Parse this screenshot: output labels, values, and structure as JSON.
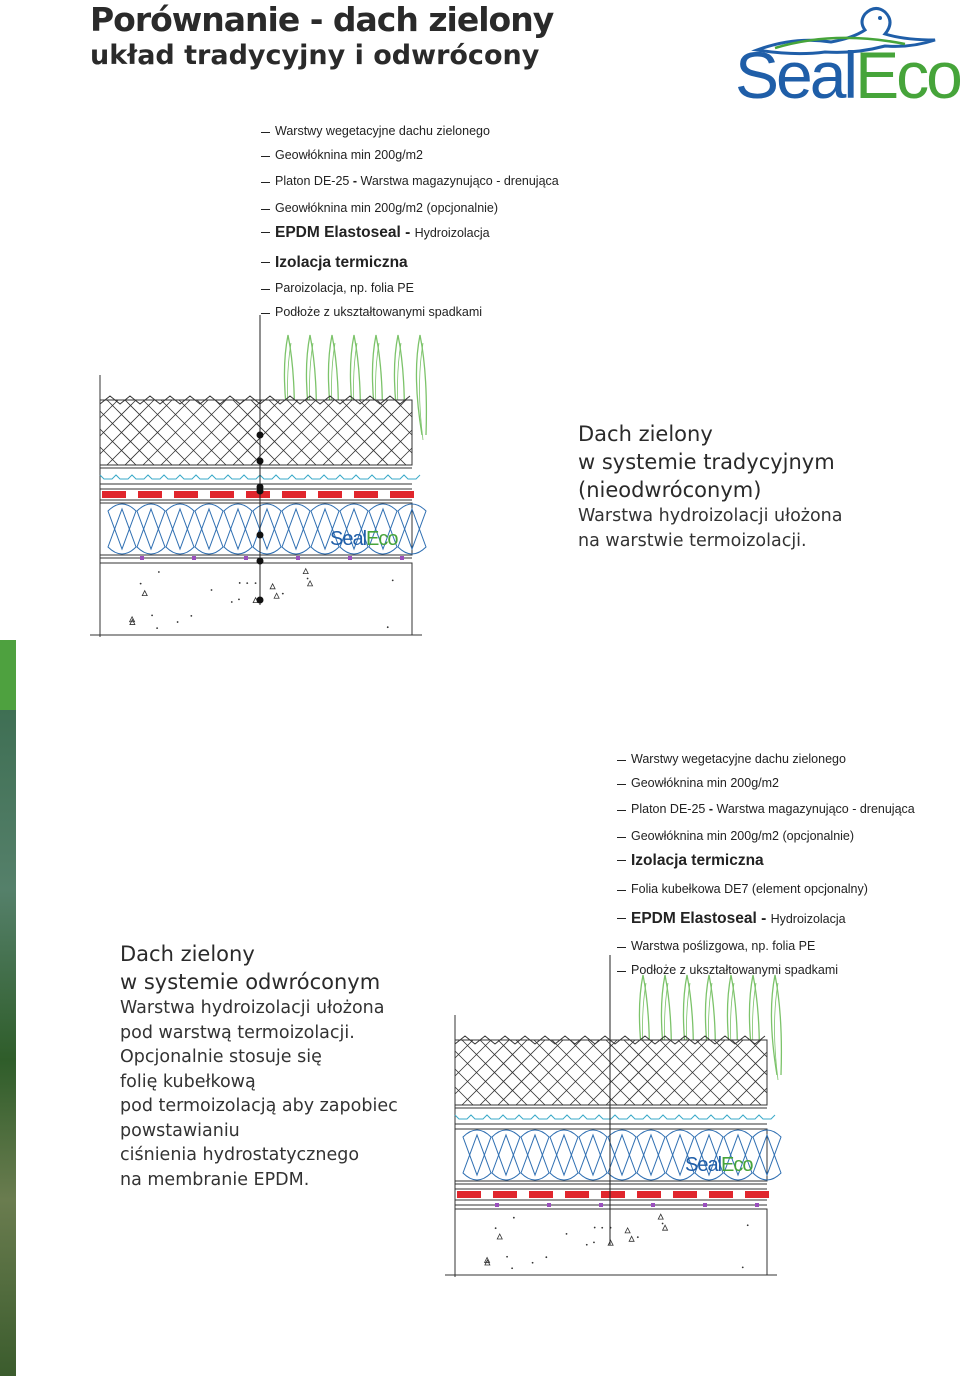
{
  "header": {
    "title": "Porównanie - dach zielony",
    "subtitle": "układ tradycyjny i odwrócony"
  },
  "brand": {
    "logo_text_seal": "Seal",
    "logo_text_eco": "Eco",
    "color_blue": "#1f5ea8",
    "color_green": "#46a43a",
    "logo_icon": "seal-animal-icon"
  },
  "traditional": {
    "layers": [
      {
        "text": "Warstwy wegetacyjne dachu zielonego"
      },
      {
        "text": "Geowłóknina min 200g/m2"
      },
      {
        "text": "Platon DE-25",
        "dash": "-",
        "rest": "Warstwa magazynująco - drenująca"
      },
      {
        "text": "Geowłóknina min 200g/m2 (opcjonalnie)"
      },
      {
        "text": "EPDM Elastoseal",
        "dash": "-",
        "rest": "Hydroizolacja",
        "bold": true
      },
      {
        "text": "Izolacja termiczna",
        "bold": true
      },
      {
        "text": "Paroizolacja, np. folia PE"
      },
      {
        "text": "Podłoże z ukształtowanymi spadkami"
      }
    ],
    "heading": [
      "Dach zielony",
      "w systemie tradycyjnym",
      "(nieodwróconym)"
    ],
    "body": [
      "Warstwa hydroizolacji ułożona",
      "na warstwie termoizolacji."
    ]
  },
  "inverted": {
    "layers": [
      {
        "text": "Warstwy wegetacyjne dachu zielonego"
      },
      {
        "text": "Geowłóknina min 200g/m2"
      },
      {
        "text": "Platon DE-25",
        "dash": "-",
        "rest": "Warstwa magazynująco - drenująca"
      },
      {
        "text": "Geowłóknina min 200g/m2 (opcjonalnie)"
      },
      {
        "text": "Izolacja termiczna",
        "bold": true
      },
      {
        "text": "Folia kubełkowa DE7 (element opcjonalny)"
      },
      {
        "text": "EPDM Elastoseal",
        "dash": "-",
        "rest": "Hydroizolacja",
        "bold": true
      },
      {
        "text": "Warstwa poślizgowa, np. folia PE"
      },
      {
        "text": "Podłoże z ukształtowanymi spadkami"
      }
    ],
    "heading": [
      "Dach zielony",
      "w systemie odwróconym"
    ],
    "body": [
      "Warstwa hydroizolacji ułożona",
      "pod warstwą termoizolacji.",
      "Opcjonalnie stosuje się",
      "folię kubełkową",
      "pod termoizolacją aby zapobiec",
      "powstawianiu",
      "ciśnienia hydrostatycznego",
      "na membranie EPDM."
    ]
  }
}
